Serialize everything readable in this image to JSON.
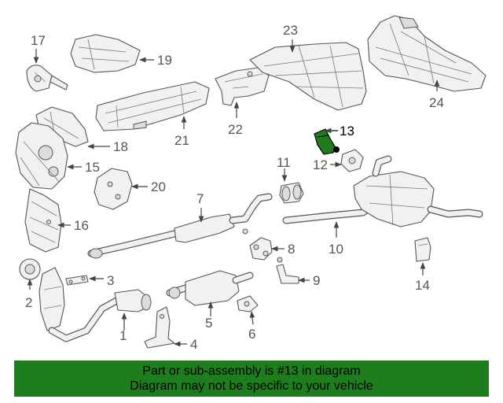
{
  "callouts": {
    "n1": "1",
    "n2": "2",
    "n3": "3",
    "n4": "4",
    "n5": "5",
    "n6": "6",
    "n7": "7",
    "n8": "8",
    "n9": "9",
    "n10": "10",
    "n11": "11",
    "n12": "12",
    "n13": "13",
    "n14": "14",
    "n15": "15",
    "n16": "16",
    "n17": "17",
    "n18": "18",
    "n19": "19",
    "n20": "20",
    "n21": "21",
    "n22": "22",
    "n23": "23",
    "n24": "24"
  },
  "highlight": {
    "part": "13",
    "color": "#1e7e1e"
  },
  "banner": {
    "line1": "Part or sub-assembly is #13 in diagram",
    "line2": "Diagram may not be specific to your vehicle",
    "background": "#1e7e1e"
  }
}
